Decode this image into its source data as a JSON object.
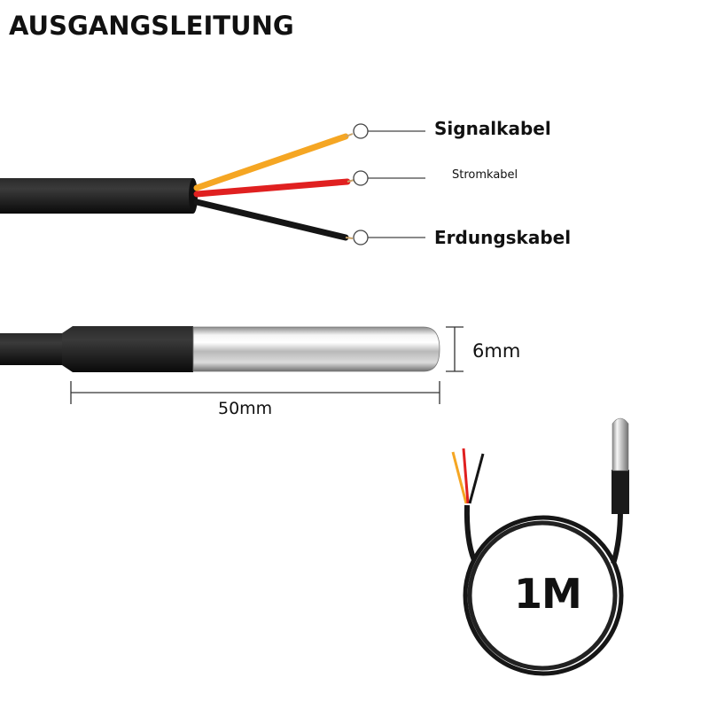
{
  "title": "AUSGANGSLEITUNG",
  "wires": {
    "signal_label": "Signalkabel",
    "power_label": "Stromkabel",
    "ground_label": "Erdungskabel"
  },
  "dimensions": {
    "diameter": "6mm",
    "length": "50mm"
  },
  "cable_length": "1M",
  "colors": {
    "signal_wire": "#f5a623",
    "power_wire": "#e02020",
    "ground_wire": "#151515",
    "jacket": "#1a1a1a",
    "probe": "#c8c8c8"
  }
}
